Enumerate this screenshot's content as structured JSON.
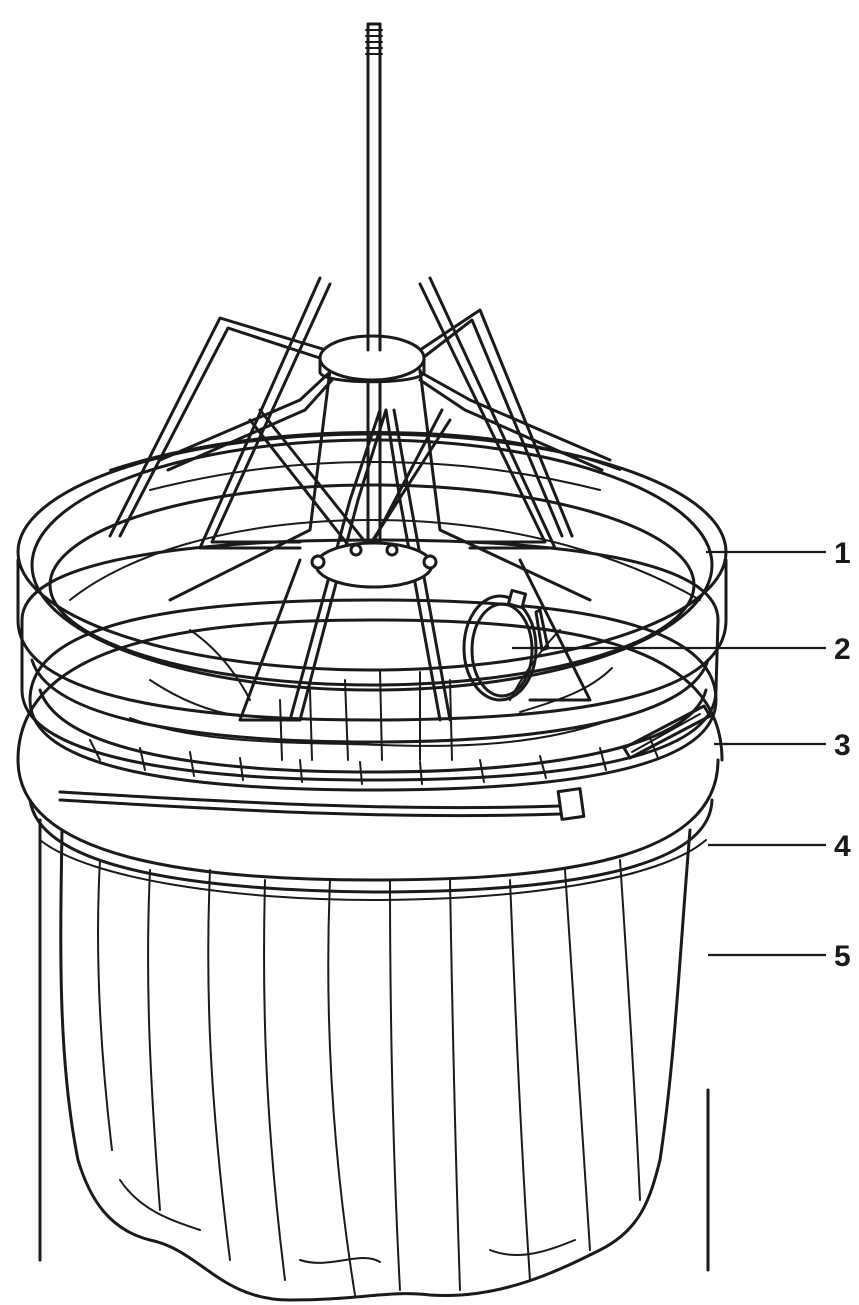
{
  "callouts": [
    {
      "id": "1",
      "label": "1"
    },
    {
      "id": "2",
      "label": "2"
    },
    {
      "id": "3",
      "label": "3"
    },
    {
      "id": "4",
      "label": "4"
    },
    {
      "id": "5",
      "label": "5"
    }
  ],
  "colors": {
    "ink": "#1a1a1a",
    "background": "#ffffff"
  }
}
